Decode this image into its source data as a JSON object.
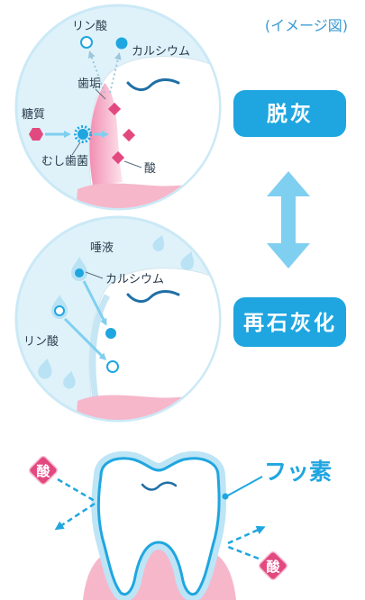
{
  "caption": "(イメージ図)",
  "demineralization": {
    "title": "脱灰",
    "labels": {
      "phosphate": "リン酸",
      "calcium": "カルシウム",
      "plaque": "歯垢",
      "sugar": "糖質",
      "bacteria": "むし歯菌",
      "acid": "酸"
    }
  },
  "remineralization": {
    "title": "再石灰化",
    "labels": {
      "saliva": "唾液",
      "calcium": "カルシウム",
      "phosphate": "リン酸"
    }
  },
  "fluoride": {
    "label": "フッ素",
    "acid_badges": [
      "酸",
      "酸"
    ]
  },
  "colors": {
    "accent_blue": "#1fa6e0",
    "light_blue": "#7fcff0",
    "circle_fill": "#dff2fa",
    "gum_pink": "#f6b7cb",
    "acid_magenta": "#e2497f",
    "label_text": "#2a3c4c",
    "caption_text": "#3b9bd3"
  }
}
